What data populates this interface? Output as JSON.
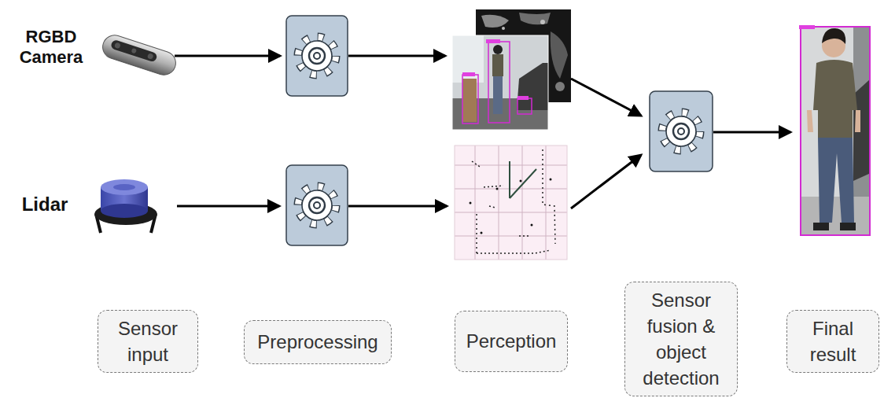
{
  "diagram": {
    "nodes": [
      {
        "text": [
          "Sensor input"
        ]
      },
      {
        "text": [
          "Preprocessing"
        ]
      },
      {
        "text": [
          "Perception"
        ]
      },
      {
        "text": [
          "Sensor fusion & object detection"
        ]
      },
      {
        "text": [
          "Final result"
        ]
      }
    ],
    "labels": [
      "RGBD Camera",
      "Lidar"
    ]
  }
}
